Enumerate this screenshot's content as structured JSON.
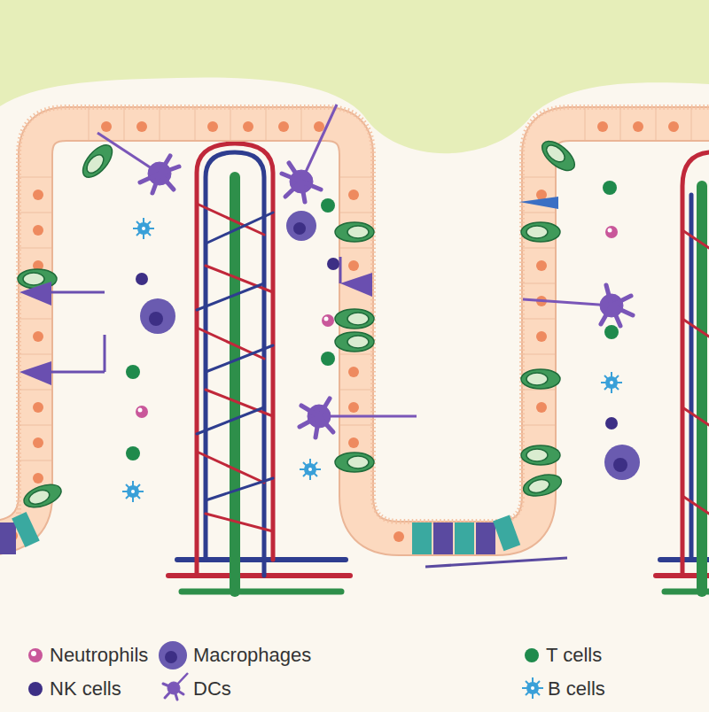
{
  "diagram": {
    "legend": [
      {
        "text": "Neutrophils"
      },
      {
        "text": "Macrophages"
      },
      {
        "text": "T cells"
      },
      {
        "text": "NK cells"
      },
      {
        "text": "DCs"
      },
      {
        "text": "B cells"
      }
    ]
  }
}
